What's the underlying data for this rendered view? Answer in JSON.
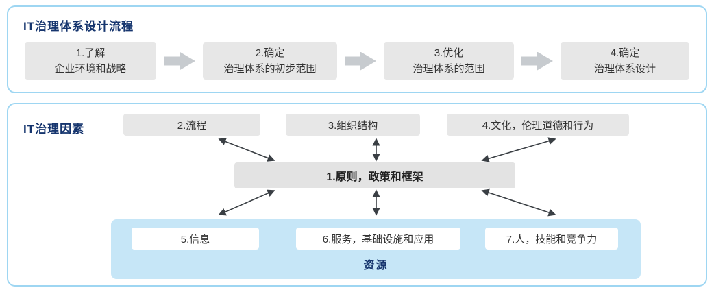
{
  "process": {
    "title": "IT治理体系设计流程",
    "steps": [
      {
        "line1": "1.了解",
        "line2": "企业环境和战略"
      },
      {
        "line1": "2.确定",
        "line2": "治理体系的初步范围"
      },
      {
        "line1": "3.优化",
        "line2": "治理体系的范围"
      },
      {
        "line1": "4.确定",
        "line2": "治理体系设计"
      }
    ]
  },
  "factors": {
    "title": "IT治理因素",
    "top": [
      "2.流程",
      "3.组织结构",
      "4.文化，伦理道德和行为"
    ],
    "center": "1.原则，政策和框架",
    "resources": [
      "5.信息",
      "6.服务，基础设施和应用",
      "7.人，技能和竞争力"
    ],
    "resources_label": "资源"
  },
  "colors": {
    "title_text": "#16356e",
    "box_gray": "#e7e7e7",
    "flow_arrow_gray": "#c7cbcf",
    "panel_border": "#9ed6f2",
    "resources_bg": "#c6e6f7",
    "connector": "#3a3f44"
  }
}
